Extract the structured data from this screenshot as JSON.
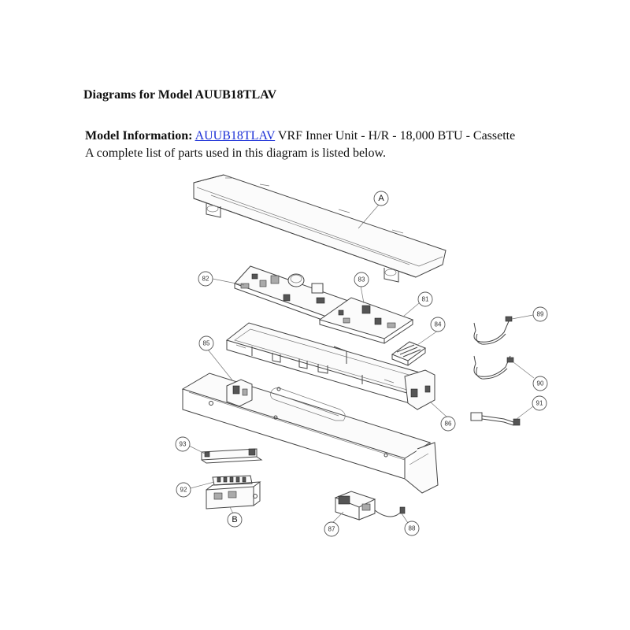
{
  "header": {
    "title": "Diagrams for Model AUUB18TLAV",
    "info_label": "Model Information:",
    "model_link": "AUUB18TLAV",
    "info_text": " VRF Inner Unit - H/R - 18,000 BTU - Cassette",
    "parts_note": "A complete list of parts used in this diagram is listed below."
  },
  "diagram": {
    "callouts": {
      "A": "A",
      "B": "B",
      "p81": "81",
      "p82": "82",
      "p83": "83",
      "p84": "84",
      "p85": "85",
      "p86": "86",
      "p87": "87",
      "p88": "88",
      "p89": "89",
      "p90": "90",
      "p91": "91",
      "p92": "92",
      "p93": "93"
    }
  }
}
